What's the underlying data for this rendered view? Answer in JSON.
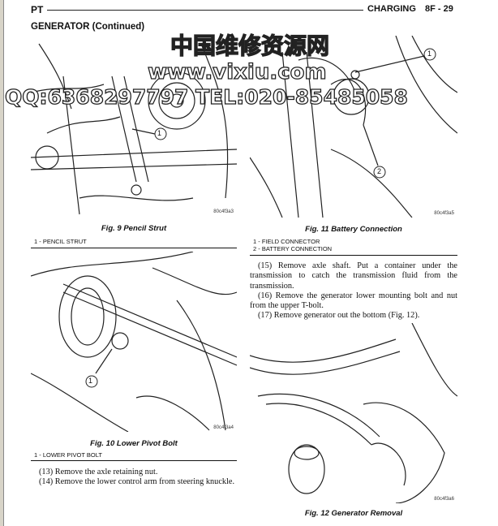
{
  "header": {
    "left": "PT",
    "section": "CHARGING",
    "page": "8F - 29"
  },
  "section_title": "GENERATOR (Continued)",
  "figures": [
    {
      "caption": "Fig. 9 Pencil Strut",
      "code": "80c4f3a3",
      "legend": [
        "1 - PENCIL STRUT"
      ],
      "callouts": [
        "1"
      ]
    },
    {
      "caption": "Fig. 10 Lower Pivot Bolt",
      "code": "80c4f3a4",
      "legend": [
        "1 - LOWER PIVOT BOLT"
      ],
      "callouts": [
        "1"
      ]
    },
    {
      "caption": "Fig. 11 Battery Connection",
      "code": "80c4f3a5",
      "legend": [
        "1 - FIELD CONNECTOR",
        "2 - BATTERY CONNECTION"
      ],
      "callouts": [
        "1",
        "2"
      ]
    },
    {
      "caption": "Fig. 12 Generator Removal",
      "code": "80c4f3a6"
    }
  ],
  "left_text": [
    "(13) Remove the axle retaining nut.",
    "(14) Remove the lower control arm from steering knuckle."
  ],
  "right_text": [
    "(15) Remove axle shaft. Put a container under the transmission to catch the transmission fluid from the transmission.",
    "(16) Remove the generator lower mounting bolt and nut from the upper T-bolt.",
    "(17) Remove generator out the bottom (Fig. 12)."
  ],
  "watermark": {
    "line1": "中国维修资源网",
    "line2": "www.vixiu.com",
    "line3": "QQ:6368297797 TEL:020-85485058"
  }
}
